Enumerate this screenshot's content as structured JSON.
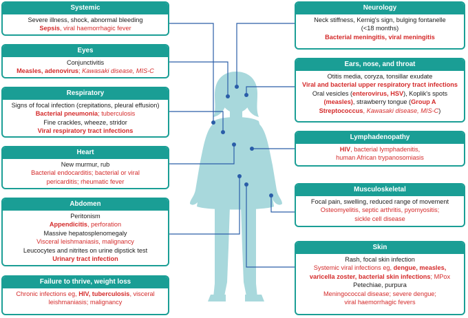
{
  "colors": {
    "accent": "#1a9e95",
    "figure": "#a8d8dc",
    "connector": "#2a5da8",
    "red_text": "#d42a2a"
  },
  "illustration": "child-silhouette",
  "boxes": {
    "systemic": {
      "title": "Systemic",
      "lines": [
        [
          {
            "t": "Severe illness, shock, abnormal bleeding"
          }
        ],
        [
          {
            "t": "Sepsis",
            "red": true,
            "b": true
          },
          {
            "t": ", viral haemorrhagic fever",
            "red": true
          }
        ]
      ]
    },
    "eyes": {
      "title": "Eyes",
      "lines": [
        [
          {
            "t": "Conjunctivitis"
          }
        ],
        [
          {
            "t": "Measles, adenovirus",
            "red": true,
            "b": true
          },
          {
            "t": "; ",
            "red": true
          },
          {
            "t": "Kawasaki disease, MIS-C",
            "red": true,
            "i": true
          }
        ]
      ]
    },
    "respiratory": {
      "title": "Respiratory",
      "lines": [
        [
          {
            "t": "Signs of focal infection (crepitations, pleural effusion)"
          }
        ],
        [
          {
            "t": "Bacterial pneumonia",
            "red": true,
            "b": true
          },
          {
            "t": "; tuberculosis",
            "red": true
          }
        ],
        [
          {
            "t": "Fine crackles, wheeze, stridor"
          }
        ],
        [
          {
            "t": "Viral respiratory tract infections",
            "red": true,
            "b": true
          }
        ]
      ]
    },
    "heart": {
      "title": "Heart",
      "lines": [
        [
          {
            "t": "New murmur, rub"
          }
        ],
        [
          {
            "t": "Bacterial endocarditis; bacterial or viral",
            "red": true
          }
        ],
        [
          {
            "t": "pericarditis; rheumatic fever",
            "red": true
          }
        ]
      ]
    },
    "abdomen": {
      "title": "Abdomen",
      "lines": [
        [
          {
            "t": "Peritonism"
          }
        ],
        [
          {
            "t": "Appendicitis",
            "red": true,
            "b": true
          },
          {
            "t": ", perforation",
            "red": true
          }
        ],
        [
          {
            "t": "Massive hepatosplenomegaly"
          }
        ],
        [
          {
            "t": "Visceral leishmaniasis, malignancy",
            "red": true
          }
        ],
        [
          {
            "t": "Leucocytes and nitrites on urine dipstick test"
          }
        ],
        [
          {
            "t": "Urinary tract infection",
            "red": true,
            "b": true
          }
        ]
      ]
    },
    "failure": {
      "title": "Failure to thrive, weight loss",
      "lines": [
        [
          {
            "t": "Chronic infections eg, ",
            "red": true
          },
          {
            "t": "HIV, tuberculosis",
            "red": true,
            "b": true
          },
          {
            "t": ", visceral",
            "red": true
          }
        ],
        [
          {
            "t": "leishmaniasis; malignancy",
            "red": true
          }
        ]
      ]
    },
    "neurology": {
      "title": "Neurology",
      "lines": [
        [
          {
            "t": "Neck stiffness, Kernig's sign, bulging fontanelle"
          }
        ],
        [
          {
            "t": "(<18 months)"
          }
        ],
        [
          {
            "t": "Bacterial meningitis, viral meningitis",
            "red": true,
            "b": true
          }
        ]
      ]
    },
    "ent": {
      "title": "Ears, nose, and throat",
      "lines": [
        [
          {
            "t": "Otitis media, coryza, tonsillar exudate"
          }
        ],
        [
          {
            "t": "Viral and bacterial upper respiratory tract infections",
            "red": true,
            "b": true
          }
        ],
        [
          {
            "t": "Oral vesicles ("
          },
          {
            "t": "enterovirus, HSV",
            "red": true,
            "b": true
          },
          {
            "t": "), Koplik's spots"
          }
        ],
        [
          {
            "t": "(measles)",
            "red": true,
            "b": true
          },
          {
            "t": ", strawberry tongue ("
          },
          {
            "t": "Group A",
            "red": true,
            "b": true
          }
        ],
        [
          {
            "t": "Streptococcus",
            "red": true,
            "b": true
          },
          {
            "t": ", ",
            "red": true
          },
          {
            "t": "Kawasaki disease, MIS-C",
            "red": true,
            "i": true
          },
          {
            "t": ")"
          }
        ]
      ]
    },
    "lymph": {
      "title": "Lymphadenopathy",
      "lines": [
        [
          {
            "t": "HIV",
            "red": true,
            "b": true
          },
          {
            "t": ", bacterial lymphadenitis,",
            "red": true
          }
        ],
        [
          {
            "t": "human African trypanosomiasis",
            "red": true
          }
        ]
      ]
    },
    "musculo": {
      "title": "Musculoskeletal",
      "lines": [
        [
          {
            "t": "Focal pain, swelling, reduced range of movement"
          }
        ],
        [
          {
            "t": "Osteomyelitis, septic arthritis, pyomyositis;",
            "red": true
          }
        ],
        [
          {
            "t": "sickle cell disease",
            "red": true
          }
        ]
      ]
    },
    "skin": {
      "title": "Skin",
      "lines": [
        [
          {
            "t": "Rash, focal skin infection"
          }
        ],
        [
          {
            "t": "Systemic viral infections eg, ",
            "red": true
          },
          {
            "t": "dengue, measles,",
            "red": true,
            "b": true
          }
        ],
        [
          {
            "t": "varicella zoster, bacterial skin infections",
            "red": true,
            "b": true
          },
          {
            "t": "; MPox",
            "red": true
          }
        ],
        [
          {
            "t": "Petechiae, purpura"
          }
        ],
        [
          {
            "t": "Meningococcal disease; severe dengue;",
            "red": true
          }
        ],
        [
          {
            "t": "viral haemorrhagic fevers",
            "red": true
          }
        ]
      ]
    }
  }
}
